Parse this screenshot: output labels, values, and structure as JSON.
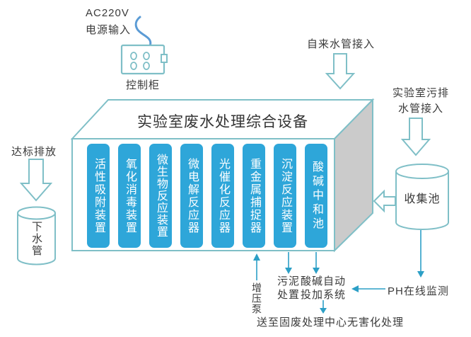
{
  "colors": {
    "unit_blue": "#2ea6d9",
    "outline_teal": "#7fbfc7",
    "side_gray": "#cbcbcb",
    "flow_arrow_blue": "#2c9fc6",
    "wire_blue": "#5b9bd5",
    "text": "#3a3a3a"
  },
  "power_supply": {
    "voltage": "AC220V",
    "label": "电源输入",
    "cabinet": "控制柜"
  },
  "tap_water": {
    "label": "自来水管接入"
  },
  "lab_drain": {
    "line1": "实验室污排",
    "line2": "水管接入"
  },
  "equipment": {
    "title": "实验室废水处理综合设备",
    "units": [
      "活性吸附装置",
      "氧化消毒装置",
      "微生物反应装置",
      "微电解反应器",
      "光催化反应器",
      "重金属捕捉器",
      "沉淀反应装置",
      "酸碱中和池"
    ]
  },
  "collection_pool": {
    "label": "收集池"
  },
  "ph_monitor": {
    "label": "PH在线监测"
  },
  "discharge": {
    "label": "达标排放",
    "sewer": "下水管"
  },
  "booster_pump": {
    "label": "增压泵"
  },
  "sludge": {
    "line1": "污泥",
    "line2": "处置"
  },
  "dosing": {
    "line1": "酸碱自动",
    "line2": "投加系统"
  },
  "solid_waste": {
    "label": "送至固废处理中心无害化处理"
  }
}
